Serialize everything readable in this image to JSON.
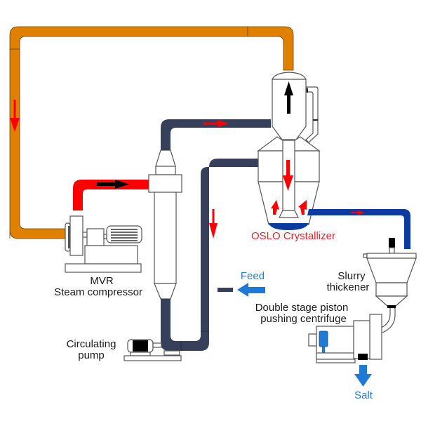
{
  "diagram": {
    "title": "MVR evaporation with OSLO crystallizer process flow",
    "colors": {
      "steam_return_pipe": "#e08000",
      "compressed_steam_pipe": "#ff0000",
      "circulation_pipe": "#36405a",
      "slurry_pipe": "#0b3aa0",
      "flow_arrow_red": "#ff0000",
      "flow_arrow_black": "#000000",
      "feed_arrow": "#1f7ad6",
      "salt_arrow": "#1f7ad6",
      "crystallizer_label": "#e8232b",
      "feed_label": "#1f7ad6"
    },
    "labels": {
      "compressor_line1": "MVR",
      "compressor_line2": "Steam compressor",
      "crystallizer": "OSLO Crystallizer",
      "feed": "Feed",
      "thickener_line1": "Slurry",
      "thickener_line2": "thickener",
      "centrifuge_line1": "Double stage piston",
      "centrifuge_line2": "pushing centrifuge",
      "pump_line1": "Circulating",
      "pump_line2": "pump",
      "salt": "Salt"
    },
    "equipment": [
      "MVR steam compressor",
      "Falling film evaporator / heater",
      "OSLO crystallizer",
      "Circulating pump",
      "Slurry thickener",
      "Double stage piston pushing centrifuge"
    ],
    "flows": [
      {
        "from": "OSLO crystallizer vapor outlet",
        "to": "MVR steam compressor",
        "pipe": "steam_return_pipe",
        "direction": "down"
      },
      {
        "from": "MVR steam compressor",
        "to": "Heater",
        "pipe": "compressed_steam_pipe",
        "direction": "right"
      },
      {
        "from": "Heater top",
        "to": "OSLO crystallizer",
        "pipe": "circulation_pipe",
        "direction": "right"
      },
      {
        "from": "OSLO crystallizer",
        "to": "Circulating pump",
        "pipe": "circulation_pipe",
        "direction": "down"
      },
      {
        "from": "Feed",
        "to": "Circulation line",
        "pipe": "feed",
        "direction": "left"
      },
      {
        "from": "OSLO crystallizer bottom",
        "to": "Slurry thickener",
        "pipe": "slurry_pipe",
        "direction": "right"
      },
      {
        "from": "Centrifuge",
        "to": "Salt",
        "pipe": "salt",
        "direction": "down"
      }
    ]
  }
}
